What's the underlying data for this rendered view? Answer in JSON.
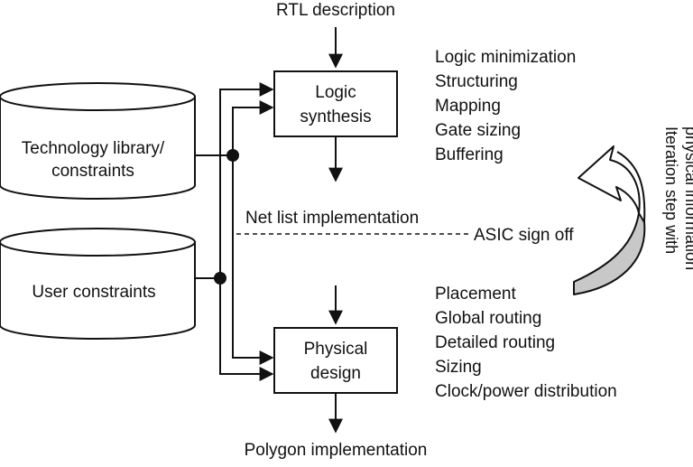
{
  "diagram": {
    "input_label": "RTL description",
    "output_label": "Polygon implementation",
    "netlist_label": "Net list implementation",
    "signoff_label": "ASIC sign off",
    "databases": [
      {
        "lines": [
          "Technology library/",
          "constraints"
        ]
      },
      {
        "lines": [
          "User constraints"
        ]
      }
    ],
    "logic_box": {
      "lines": [
        "Logic",
        "synthesis"
      ]
    },
    "physical_box": {
      "lines": [
        "Physical",
        "design"
      ]
    },
    "logic_steps": [
      "Logic minimization",
      "Structuring",
      "Mapping",
      "Gate sizing",
      "Buffering"
    ],
    "physical_steps": [
      "Placement",
      "Global routing",
      "Detailed routing",
      "Sizing",
      "Clock/power distribution"
    ],
    "iteration_label": [
      "Iteration step with",
      "physical information"
    ]
  }
}
